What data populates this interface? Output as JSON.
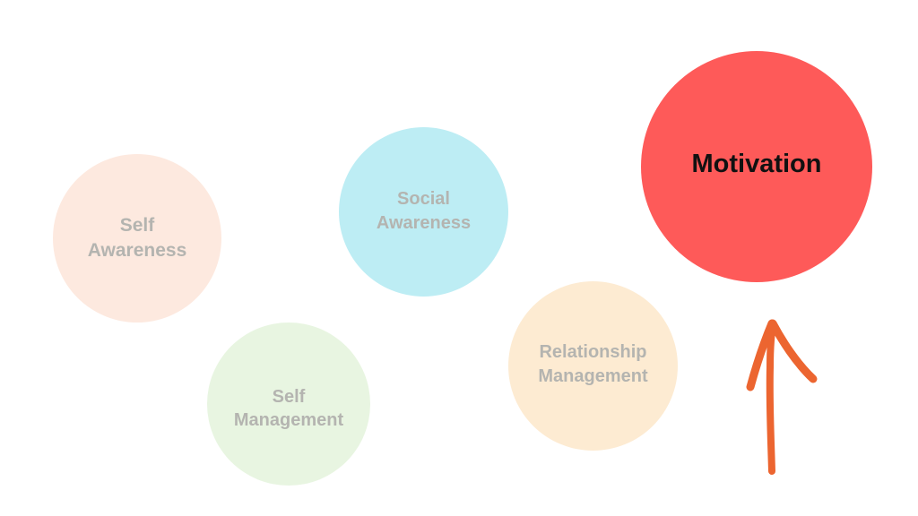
{
  "bubbles": {
    "self_awareness": {
      "line1": "Self",
      "line2": "Awareness",
      "color": "#fde9df"
    },
    "self_management": {
      "line1": "Self",
      "line2": "Management",
      "color": "#e8f5e1"
    },
    "social_awareness": {
      "line1": "Social",
      "line2": "Awareness",
      "color": "#bdedf4"
    },
    "relationship_management": {
      "line1": "Relationship",
      "line2": "Management",
      "color": "#fdebd2"
    },
    "motivation": {
      "label": "Motivation",
      "color": "#fe5a59"
    }
  },
  "colors": {
    "faded_text": "#b4b4b0",
    "highlight_text": "#111111",
    "arrow": "#ec6530",
    "background": "#ffffff"
  },
  "icons": {
    "arrow": "hand-drawn-up-arrow-icon"
  }
}
